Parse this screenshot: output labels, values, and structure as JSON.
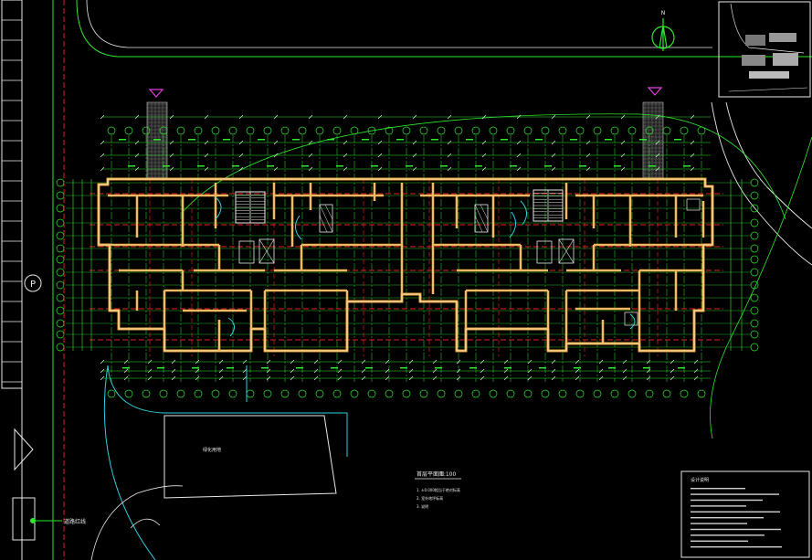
{
  "drawing": {
    "plan_title": "首层平面图",
    "plan_scale": "1:100",
    "legend_line_1": "1. ±0.000相当于绝对标高",
    "legend_line_2": "2. 室外地坪标高",
    "legend_line_3": "3. 说明",
    "notes_title": "设计说明",
    "parking_marker": "P",
    "road_label": "道路红线",
    "green_area_label": "绿化用地",
    "north_marker": "N"
  },
  "colors": {
    "background": "#000000",
    "axis": "#2ee82e",
    "wall": "#e8a030",
    "wall_core": "#ffffff",
    "red_dashed": "#e02020",
    "magenta": "#e040e0",
    "cyan": "#30d0e0",
    "text": "#e8e8e8"
  },
  "icons": {
    "north_arrow": "north-arrow-icon",
    "level_marker": "elevation-triangle-icon",
    "parking": "parking-circle-icon"
  }
}
